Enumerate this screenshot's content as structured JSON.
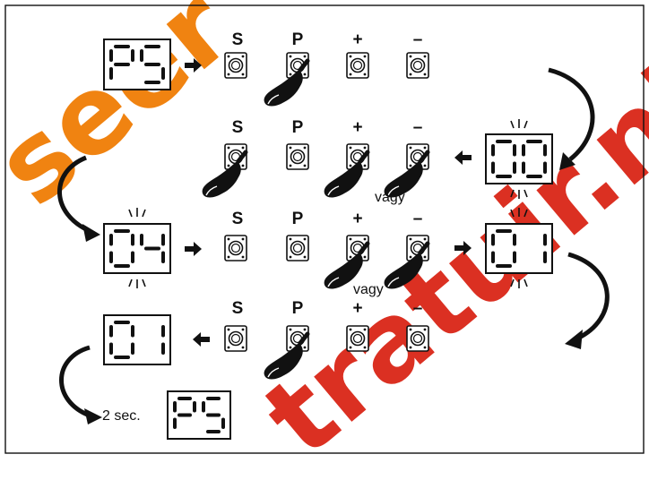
{
  "watermark": {
    "word_1": "seer",
    "word_2": "tratuir.nl",
    "color_orange": "#F07D05",
    "color_red": "#DA2517"
  },
  "button_labels": [
    "S",
    "P",
    "+",
    "–"
  ],
  "displays": {
    "row1": "PS",
    "row2": "00",
    "row3_left": "04",
    "row3_right": "01",
    "row4": "01",
    "final": "PS"
  },
  "texts": {
    "or_word_row2": "vagy",
    "or_word_row3": "vagy",
    "delay": "2 sec."
  },
  "icons": {
    "arrow": "arrow-icon",
    "hand": "pressing-hand-icon",
    "button": "push-button-icon",
    "blink": "blink-marks-icon",
    "curve": "curved-arrow-icon"
  }
}
